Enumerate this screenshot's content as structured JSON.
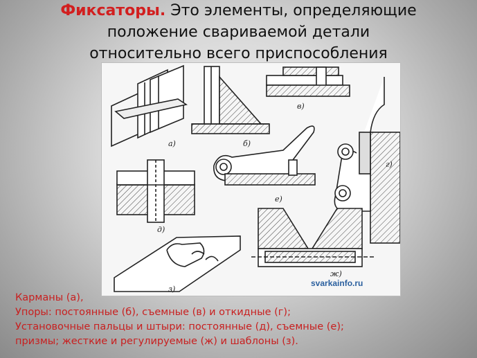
{
  "slide": {
    "title_accent": "Фиксаторы.",
    "title_rest_line1": " Это элементы, определяющие",
    "title_line2": "положение свариваемой детали",
    "title_line3": "относительно всего приспособления",
    "captions": [
      "Карманы (а),",
      "Упоры: постоянные (б), съемные (в) и откидные (г);",
      " Установочные пальцы и штыри: постоянные (д), съемные (е);",
      "призмы; жесткие и регулируемые (ж) и шаблоны (з)."
    ]
  },
  "figure": {
    "labels": [
      "а)",
      "б)",
      "в)",
      "г)",
      "д)",
      "е)",
      "ж)",
      "з)"
    ],
    "watermark": "svarkainfo.ru"
  }
}
